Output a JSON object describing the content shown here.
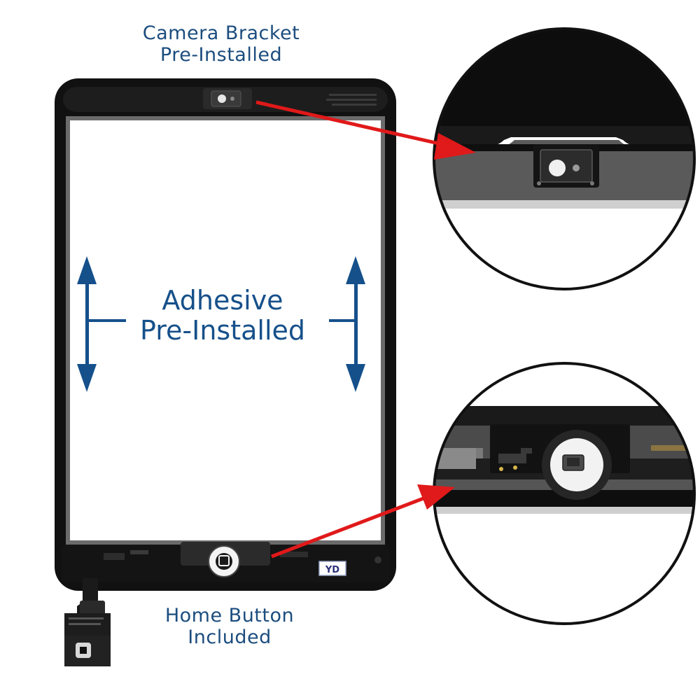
{
  "labels": {
    "camera": {
      "line1": "Camera  Bracket",
      "line2": "Pre-Installed"
    },
    "adhesive": {
      "line1": "Adhesive",
      "line2": "Pre-Installed"
    },
    "home": {
      "line1": "Home  Button",
      "line2": "Included"
    }
  },
  "sticker": "YD",
  "colors": {
    "label_text": "#1c4d7e",
    "adhesive_arrow": "#15508b",
    "callout_arrow": "#e0191a",
    "bezel": "#0e0e0e"
  }
}
